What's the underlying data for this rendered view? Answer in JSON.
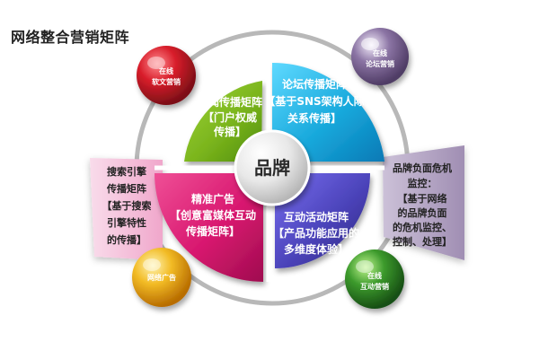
{
  "title": "网络整合营销矩阵",
  "center": {
    "label": "品牌"
  },
  "segments": {
    "news": {
      "lines": [
        "新闻传播矩阵",
        "【门户权威",
        "传播】"
      ]
    },
    "forum": {
      "lines": [
        "论坛传播矩阵",
        "【基于SNS架构人际",
        "关系传播】"
      ]
    },
    "ads": {
      "lines": [
        "精准广告",
        "【创意富媒体互动",
        "传播矩阵】"
      ]
    },
    "interactive": {
      "lines": [
        "互动活动矩阵",
        "【产品功能应用的",
        "多维度体验】"
      ]
    }
  },
  "side_panels": {
    "search": {
      "lines": [
        "搜索引擎",
        "传播矩阵",
        "【基于搜索",
        "引擎特性",
        "的传播】"
      ]
    },
    "crisis": {
      "lines": [
        "品牌负面危机",
        "监控：",
        "【基于网络",
        "的品牌负面",
        "的危机监控、",
        "控制、处理】"
      ]
    }
  },
  "balls": {
    "soft_marketing": {
      "lines": [
        "在线",
        "软文营销"
      ]
    },
    "forum_marketing": {
      "lines": [
        "在线",
        "论坛营销"
      ]
    },
    "online_ads": {
      "lines": [
        "网络广告"
      ]
    },
    "interactive_marketing": {
      "lines": [
        "在线",
        "互动营销"
      ]
    }
  },
  "colors": {
    "news": "#7bb51d",
    "forum": "#18a9dc",
    "ads": "#d8176f",
    "interactive": "#4a42b8",
    "search_panel": "#f4b7d6",
    "crisis_panel": "#b9aac7",
    "soft_marketing": "#d81d2a",
    "forum_marketing": "#8b74a4",
    "online_ads": "#f2bb25",
    "interactive_marketing": "#3c9a2c"
  }
}
